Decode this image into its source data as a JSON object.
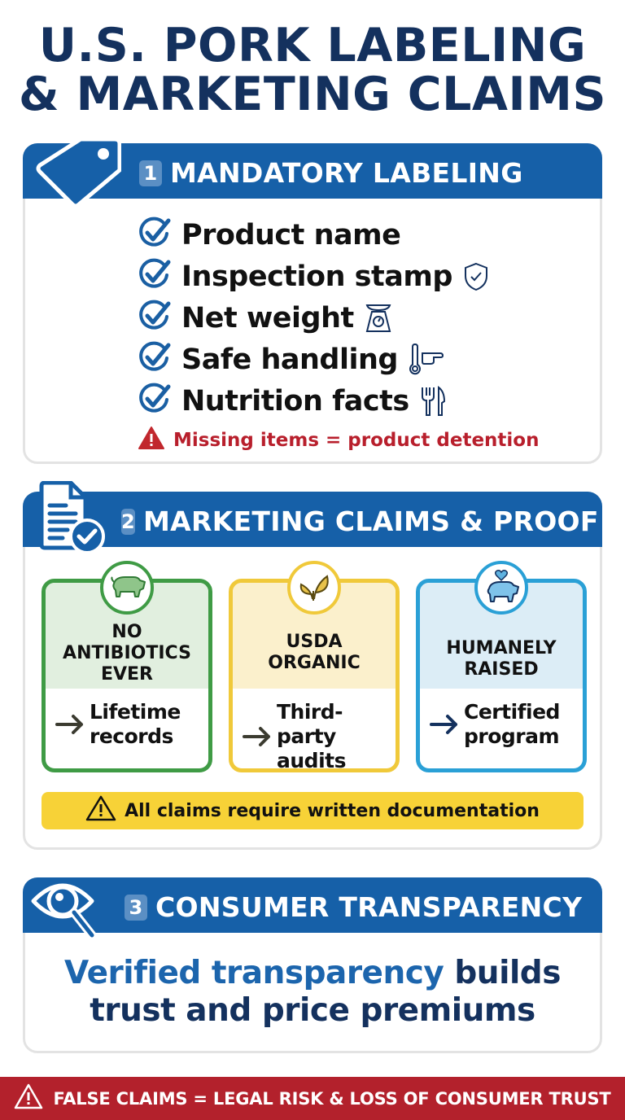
{
  "title": {
    "line1": "U.S. PORK LABELING",
    "line2": "& MARKETING CLAIMS"
  },
  "colors": {
    "title": "#14315e",
    "header_blue": "#1660a8",
    "warning_red": "#b81f2c",
    "banner_yellow": "#f7d237",
    "footer_red": "#b3212c",
    "green": "#3f9b45",
    "yellow": "#f0c93a",
    "sky": "#2aa0d6"
  },
  "sections": [
    {
      "number": "1",
      "heading": "MANDATORY LABELING",
      "icon": "price-tag-icon",
      "items": [
        {
          "label": "Product name",
          "icon": null
        },
        {
          "label": "Inspection stamp",
          "icon": "shield-check-icon"
        },
        {
          "label": "Net weight",
          "icon": "scale-icon"
        },
        {
          "label": "Safe handling",
          "icon": "thermometer-hand-icon"
        },
        {
          "label": "Nutrition facts",
          "icon": "fork-knife-icon"
        }
      ],
      "warning": "Missing items = product detention"
    },
    {
      "number": "2",
      "heading": "MARKETING CLAIMS & PROOF",
      "icon": "document-check-icon",
      "claims": [
        {
          "title": "NO\nANTIBIOTICS\nEVER",
          "proof": "Lifetime\nrecords",
          "icon": "pig-icon"
        },
        {
          "title": "USDA\nORGANIC",
          "proof": "Third-party\naudits",
          "icon": "leaf-icon"
        },
        {
          "title": "HUMANELY\nRAISED",
          "proof": "Certified\nprogram",
          "icon": "pig-heart-icon"
        }
      ],
      "banner": "All claims require written documentation"
    },
    {
      "number": "3",
      "heading": "CONSUMER TRANSPARENCY",
      "icon": "eye-magnifier-icon",
      "statement_highlight": "Verified transparency",
      "statement_rest1": " builds",
      "statement_line2": "trust and price premiums"
    }
  ],
  "footer": {
    "text": "FALSE CLAIMS = LEGAL RISK & LOSS OF CONSUMER TRUST",
    "icon": "warning-triangle-icon"
  }
}
